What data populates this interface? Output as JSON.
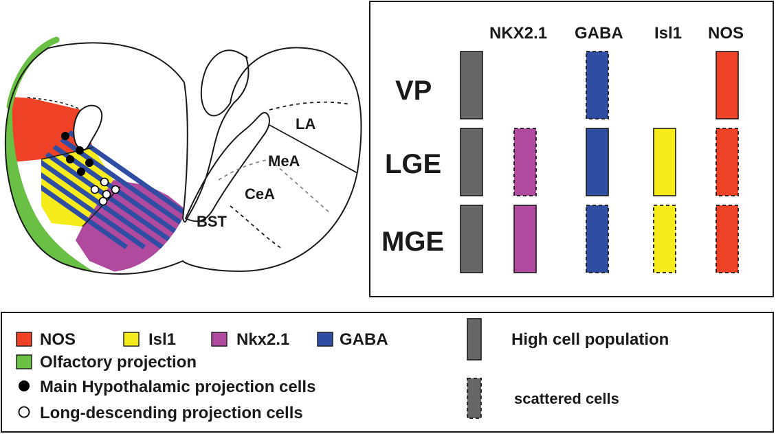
{
  "colors": {
    "nos": "#ee4125",
    "isl1": "#f7ec1b",
    "nkx21": "#b04a9f",
    "gaba": "#2f4ea3",
    "olfactory": "#6abf45",
    "high": "#666666",
    "outline": "#1a1a1a"
  },
  "section": {
    "regions": [
      {
        "name": "LA"
      },
      {
        "name": "MeA"
      },
      {
        "name": "CeA"
      },
      {
        "name": "BST"
      }
    ]
  },
  "matrix": {
    "columns": [
      "NKX2.1",
      "GABA",
      "Isl1",
      "NOS"
    ],
    "rows": [
      {
        "label": "VP",
        "cells": [
          "high",
          "none",
          "scattered",
          "none",
          "high"
        ]
      },
      {
        "label": "LGE",
        "cells": [
          "high",
          "scattered",
          "high",
          "high",
          "scattered"
        ]
      },
      {
        "label": "MGE",
        "cells": [
          "high",
          "high",
          "scattered",
          "scattered",
          "scattered"
        ]
      }
    ],
    "cell_fills": [
      "high",
      "nkx21",
      "gaba",
      "isl1",
      "nos"
    ]
  },
  "legend": {
    "swatches": [
      {
        "label": "NOS",
        "color_key": "nos"
      },
      {
        "label": "Isl1",
        "color_key": "isl1"
      },
      {
        "label": "Nkx2.1",
        "color_key": "nkx21"
      },
      {
        "label": "GABA",
        "color_key": "gaba"
      }
    ],
    "olfactory": "Olfactory projection",
    "main_hypothalamic": "Main Hypothalamic projection cells",
    "long_descending": "Long-descending projection cells",
    "high_cell": "High cell population",
    "scattered": "scattered cells"
  }
}
